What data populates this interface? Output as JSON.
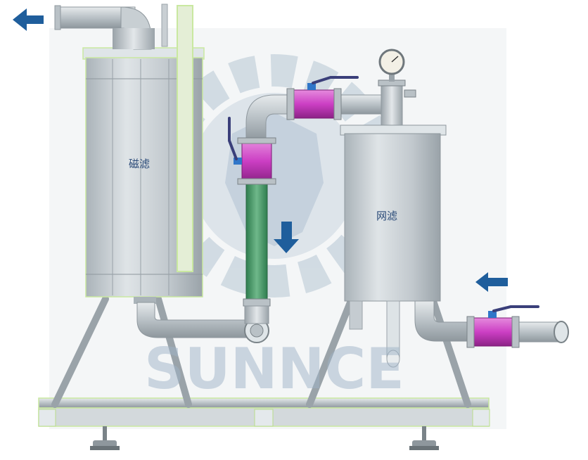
{
  "labels": {
    "magnetic_filter": "磁滤",
    "mesh_filter": "网滤"
  },
  "watermark": {
    "text": "SUNNCE"
  },
  "colors": {
    "arrow": "#1f5e9c",
    "valve": "#cc3fc4",
    "vessel": "#c5ccd1",
    "pipe_vertical": "#4c9a6c",
    "frame_highlight": "#d8f2a6",
    "watermark": "#9fb4c8"
  },
  "icons": {
    "flow_arrow": "arrow-icon",
    "pressure_gauge": "pressure-gauge-icon",
    "valve": "ball-valve-icon"
  }
}
